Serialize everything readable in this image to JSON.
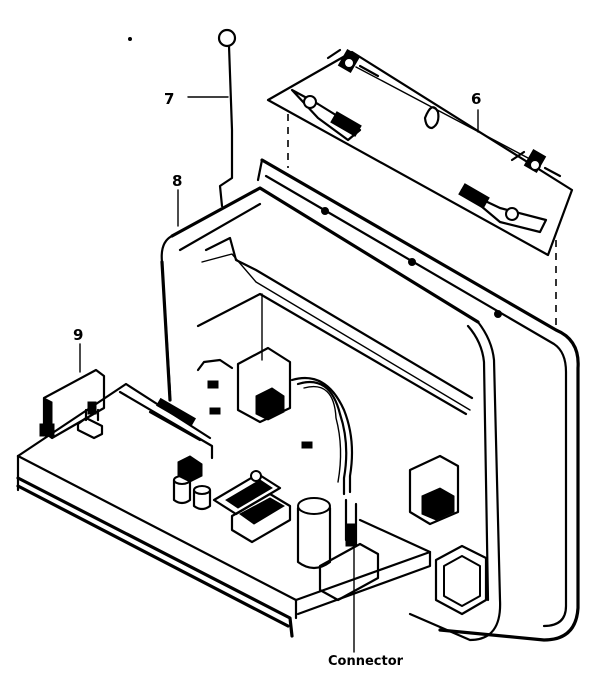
{
  "callouts": {
    "part_6": "6",
    "part_7": "7",
    "part_8": "8",
    "part_9": "9"
  },
  "labels": {
    "connector": "Connector"
  },
  "colors": {
    "line": "#000000",
    "background": "#ffffff"
  }
}
